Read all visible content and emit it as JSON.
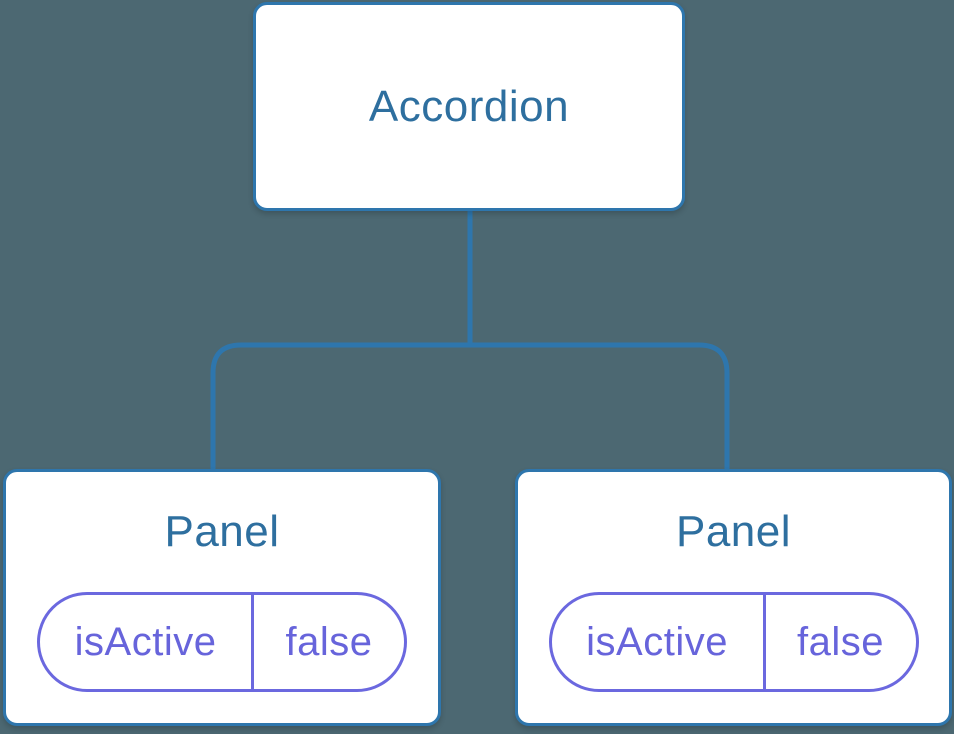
{
  "diagram": {
    "description": "React component tree diagram",
    "tree": {
      "root": {
        "label": "Accordion"
      },
      "children": [
        {
          "label": "Panel",
          "state": {
            "key": "isActive",
            "value": "false"
          }
        },
        {
          "label": "Panel",
          "state": {
            "key": "isActive",
            "value": "false"
          }
        }
      ]
    }
  },
  "colors": {
    "background": "#4C6872",
    "connector_line": "#2E76AD",
    "node_border": "#2E76AD",
    "node_background": "#FFFFFF",
    "node_text": "#2E6F9F",
    "state_pill_accent": "#6764DB"
  }
}
